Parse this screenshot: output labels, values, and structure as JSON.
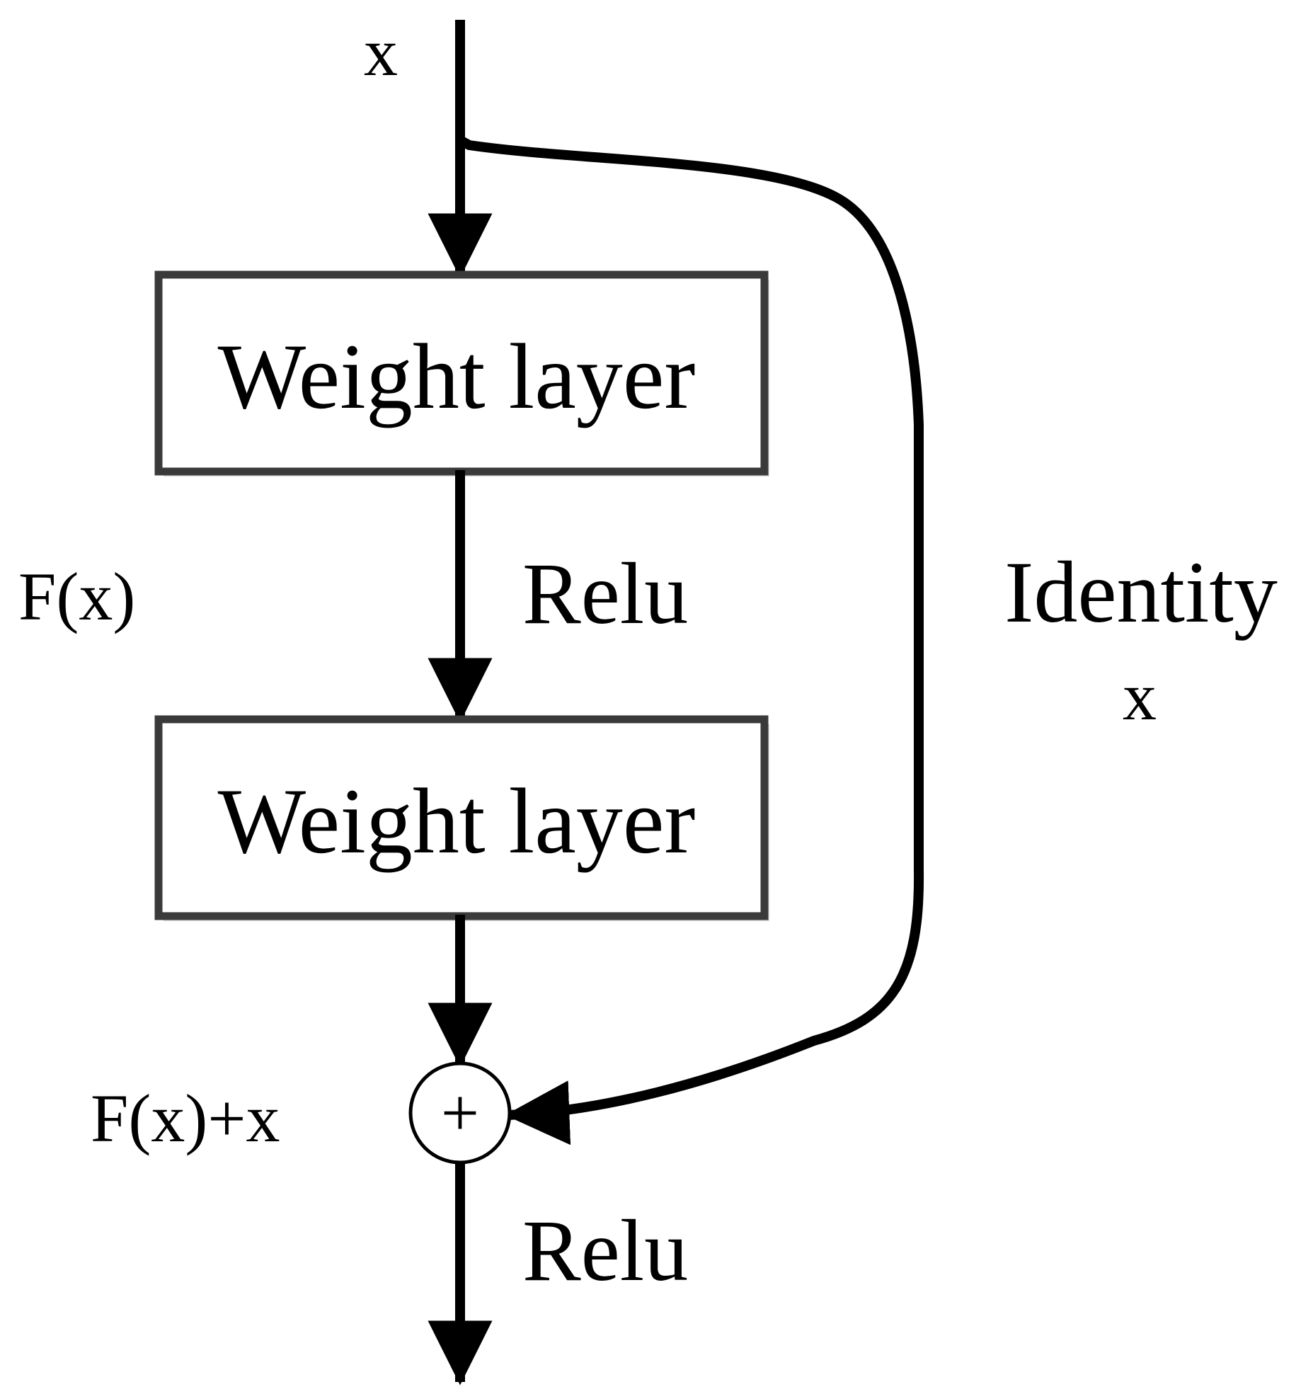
{
  "labels": {
    "input_x": "x",
    "fx": "F(x)",
    "relu_middle": "Relu",
    "identity": "Identity",
    "identity_x": "x",
    "fx_plus_x": "F(x)+x",
    "relu_output": "Relu"
  },
  "blocks": [
    {
      "label": "Weight layer"
    },
    {
      "label": "Weight layer"
    }
  ],
  "adder": {
    "symbol": "+"
  },
  "colors": {
    "line": "#000000",
    "box_border": "#3a3a3a",
    "box_fill": "#ffffff",
    "box_shadow": "#d9d9d9",
    "background": "#ffffff"
  }
}
